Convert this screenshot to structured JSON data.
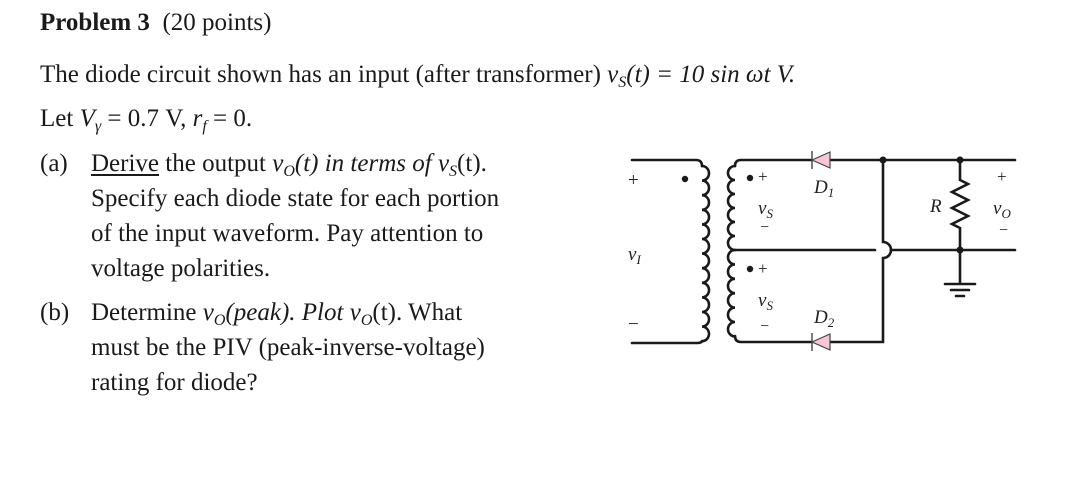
{
  "header": {
    "problem": "Problem 3",
    "points": "(20 points)"
  },
  "statement": {
    "line1_pre": "The diode circuit shown has an input (after transformer) ",
    "line1_var": "v",
    "line1_sub": "S",
    "line1_post": "(t) = 10 sin ωt  V.",
    "line2_pre": "Let ",
    "line2_vy": "V",
    "line2_vy_sub": "γ",
    "line2_mid": " = 0.7 V, ",
    "line2_rf": "r",
    "line2_rf_sub": "f",
    "line2_post": " = 0."
  },
  "parts": [
    {
      "label": "(a)",
      "lines": [
        {
          "underlined": "Derive",
          "rest_pre": " the output ",
          "var1": "v",
          "sub1": "O",
          "mid": "(t) in terms of ",
          "var2": "v",
          "sub2": "S",
          "post": "(t)."
        },
        {
          "text": "Specify each diode state for each portion"
        },
        {
          "text": "of the input waveform.  Pay attention to"
        },
        {
          "text": "voltage polarities."
        }
      ]
    },
    {
      "label": "(b)",
      "lines": [
        {
          "pre": "Determine ",
          "var1": "v",
          "sub1": "O",
          "mid1": "(peak).  Plot ",
          "var2": "v",
          "sub2": "O",
          "post": "(t).  What"
        },
        {
          "text": "must be the PIV (peak-inverse-voltage)"
        },
        {
          "text": "rating for diode?"
        }
      ]
    }
  ],
  "circuit": {
    "input_label": "v",
    "input_sub": "I",
    "plus": "+",
    "minus": "−",
    "secondary_label": "v",
    "secondary_sub": "S",
    "diode1": "D",
    "diode1_sub": "1",
    "diode2": "D",
    "diode2_sub": "2",
    "resistor": "R",
    "output_label": "v",
    "output_sub": "O",
    "diode_fill": "#f6c6d6",
    "wire_color": "#1a1a1a"
  }
}
